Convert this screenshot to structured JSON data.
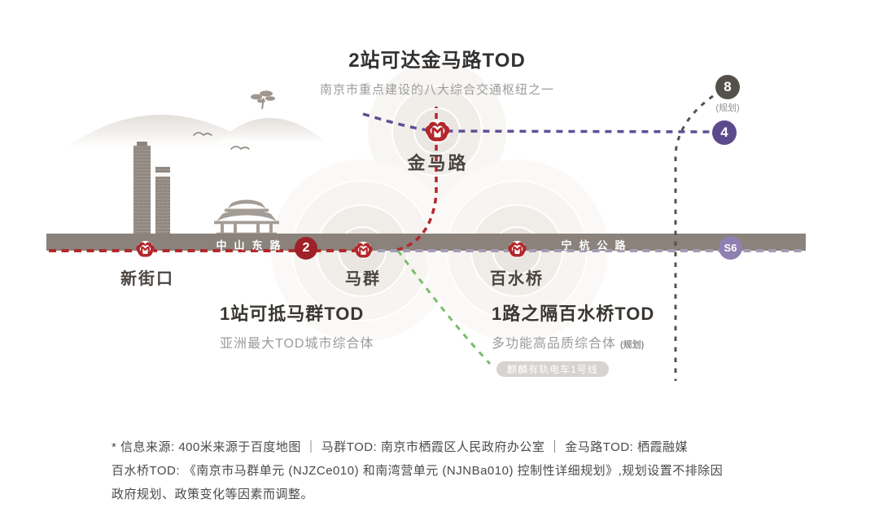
{
  "header": {
    "title": "2站可达金马路TOD",
    "subtitle": "南京市重点建设的八大综合交通枢纽之一"
  },
  "roads": {
    "zhongshan_east": "中山东路",
    "ninghang_highway": "宁杭公路"
  },
  "stations": {
    "xinjiekou": {
      "label": "新街口"
    },
    "maqun": {
      "label": "马群"
    },
    "baishuiqiao": {
      "label": "百水桥"
    },
    "jinmalu": {
      "label": "金马路"
    }
  },
  "metro_lines": {
    "line2": {
      "badge": "2",
      "color": "#9e2127"
    },
    "line4": {
      "badge": "4",
      "color": "#5d4a8c"
    },
    "line8": {
      "badge": "8",
      "color": "#54504a",
      "note": "(规划)"
    },
    "s6": {
      "badge": "S6",
      "color": "#8e80b0"
    },
    "tram": {
      "label": "麒麟有轨电车1号线",
      "color": "#79bd6d"
    }
  },
  "callouts": {
    "maqun": {
      "title": "1站可抵马群TOD",
      "subtitle": "亚洲最大TOD城市综合体"
    },
    "baishuiqiao": {
      "title": "1路之隔百水桥TOD",
      "subtitle": "多功能高品质综合体",
      "note": "(规划)"
    }
  },
  "footnote": {
    "lines": [
      "* 信息来源: 400米来源于百度地图 ｜ 马群TOD: 南京市栖霞区人民政府办公室 ｜ 金马路TOD: 栖霞融媒",
      "百水桥TOD: 《南京市马群单元 (NJZCe010) 和南湾营单元 (NJNBa010) 控制性详细规划》,规划设置不排除因",
      "政府规划、政策变化等因素而调整。"
    ]
  },
  "colors": {
    "road": "#8a827b",
    "line2_dash": "#b02a2e",
    "line4_dash": "#5e5096",
    "line8_dash": "#57524c",
    "s6_dash": "#a49bb4",
    "tram_dash": "#79bd6d",
    "metro_logo_red": "#b3262b",
    "ripple_inner": "#e9e5e1"
  }
}
